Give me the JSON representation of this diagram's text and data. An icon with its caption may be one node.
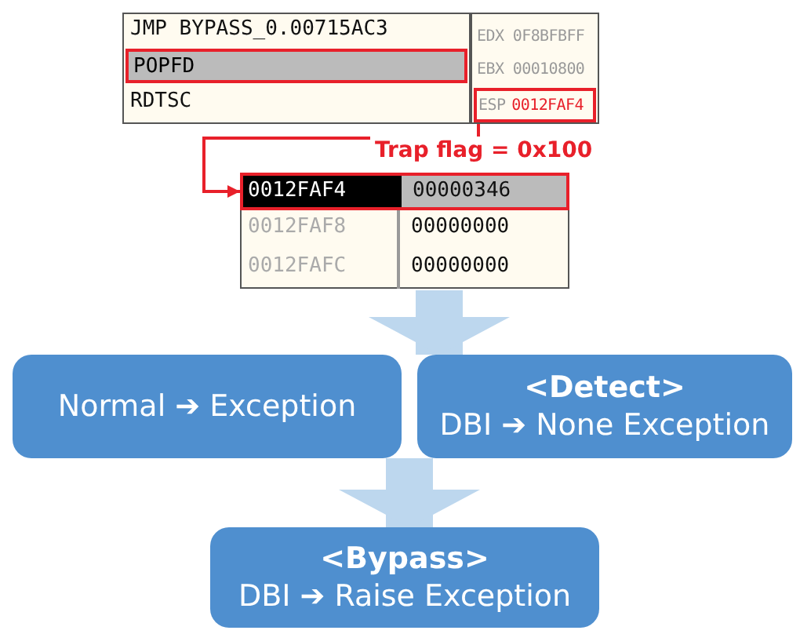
{
  "diagram": {
    "nodes": [
      {
        "text": [
          "POPFD"
        ]
      },
      {
        "text": [
          "ESP",
          "0012FAF4"
        ]
      },
      {
        "text": [
          "0012FAF4",
          "00000346"
        ]
      },
      {
        "text": [
          "Normal ➔ Exception"
        ]
      },
      {
        "text": [
          "<Detect>",
          "DBI ➔ None Exception"
        ]
      },
      {
        "text": [
          "<Bypass>",
          "DBI ➔ Raise Exception"
        ]
      }
    ],
    "edges": [
      {
        "from": 1,
        "to": 2,
        "arrow": "to",
        "label": "Trap flag = 0x100",
        "color": "#e8202a"
      },
      {
        "from": 2,
        "to": 3,
        "arrow": "to"
      },
      {
        "from": 2,
        "to": 4,
        "arrow": "to"
      },
      {
        "from": 3,
        "to": 5,
        "arrow": "to"
      },
      {
        "from": 4,
        "to": 5,
        "arrow": "to"
      }
    ],
    "labels": [
      "JMP BYPASS_0.00715AC3",
      "RDTSC",
      "EDX 0F8BFBFF",
      "EBX 00010800",
      "0012FAF8",
      "00000000",
      "0012FAFC",
      "00000000"
    ]
  }
}
